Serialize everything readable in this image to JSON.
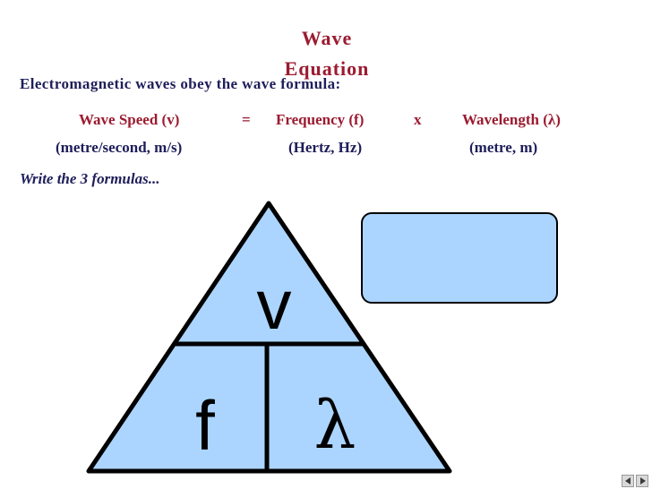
{
  "slide": {
    "title": "Wave Equation",
    "intro": "Electromagnetic waves obey the wave formula:",
    "formula": {
      "wave_speed": "Wave Speed (v)",
      "equals": "=",
      "frequency": "Frequency (f)",
      "times": "x",
      "wavelength": "Wavelength (λ)"
    },
    "units": {
      "speed": "(metre/second, m/s)",
      "frequency": "(Hertz, Hz)",
      "wavelength": "(metre, m)"
    },
    "instruction": "Write the 3 formulas...",
    "triangle": {
      "top": "v",
      "bottom_left": "f",
      "bottom_right": "λ"
    }
  },
  "colors": {
    "title": "#9b1b30",
    "body_text": "#1e1e5a",
    "shape_fill": "#abd5ff"
  },
  "icons": [
    "previous-slide-icon",
    "next-slide-icon"
  ]
}
